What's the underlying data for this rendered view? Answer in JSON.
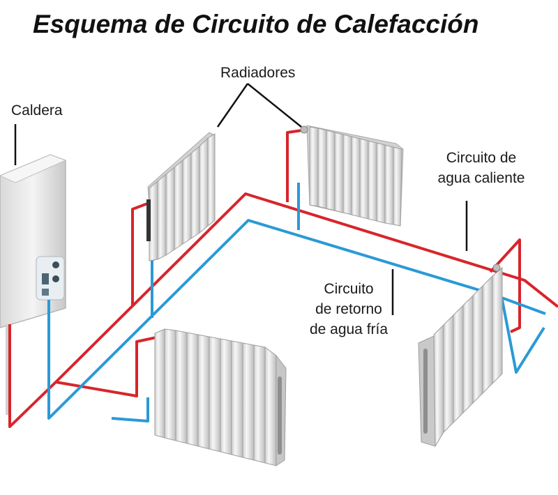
{
  "title": "Esquema de Circuito de Calefacción",
  "labels": {
    "boiler": "Caldera",
    "radiators": "Radiadores",
    "hot_circuit_line1": "Circuito de",
    "hot_circuit_line2": "agua caliente",
    "return_circuit_line1": "Circuito",
    "return_circuit_line2": "de retorno",
    "return_circuit_line3": "de agua fría"
  },
  "colors": {
    "hot_pipe": "#d7252b",
    "cold_pipe": "#2a9ad6",
    "radiator": "#e6e6e6",
    "boiler": "#ececec"
  }
}
